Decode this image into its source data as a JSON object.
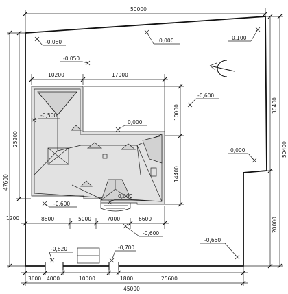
{
  "dimensions": {
    "top_total": "50000",
    "right_overall": "50400",
    "right_upper": "30400",
    "right_lower": "20000",
    "left_overall": "47600",
    "left_upper": "25200",
    "left_bottom_small": "1200",
    "building_top_left": "10200",
    "building_top_right": "17000",
    "building_wing_depth": "10000",
    "building_main_depth": "14400",
    "below_building": [
      "8800",
      "5000",
      "7000",
      "6600"
    ],
    "bottom_segments": [
      "3600",
      "4000",
      "10000",
      "1800",
      "25600"
    ],
    "bottom_total": "45000"
  },
  "elevations": {
    "top_left": "-0,080",
    "top_center": "0,000",
    "top_right": "0,100",
    "upper_left": "-0,050",
    "right_upper": "-0,600",
    "left_wing": "-0,500",
    "roof_center": "0,000",
    "right_middle": "0,000",
    "entrance": "0,000",
    "building_lower_left": "-0,600",
    "building_lower_right": "-0,600",
    "bottom_right": "-0,650",
    "bottom_left": "-0,820",
    "bottom_gate": "-0,700"
  }
}
